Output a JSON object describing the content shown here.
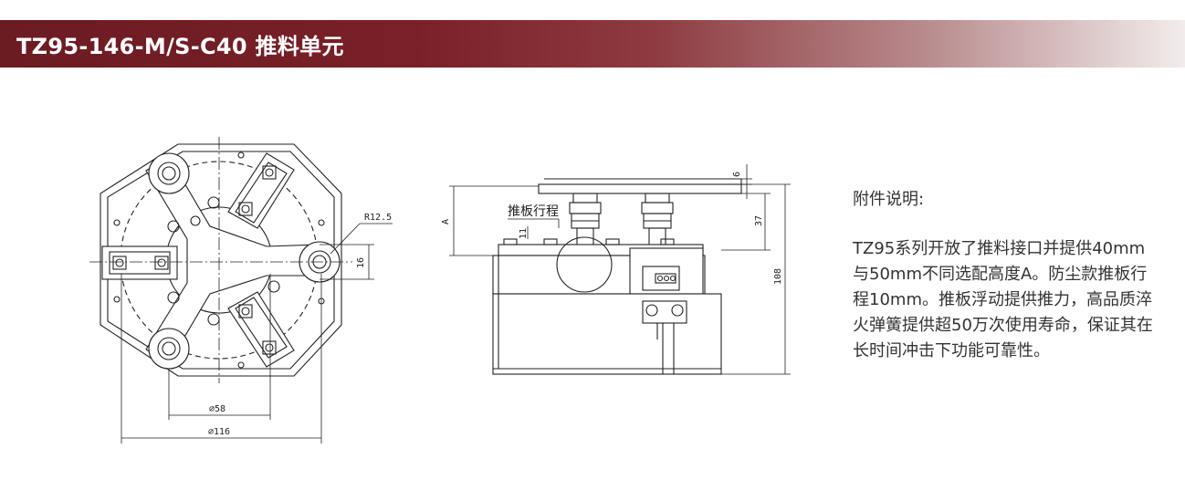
{
  "header": {
    "title": "TZ95-146-M/S-C40 推料单元"
  },
  "drawing": {
    "dims": {
      "r": "R12.5",
      "d16": "16",
      "d58": "⌀58",
      "d116": "⌀116",
      "six": "6",
      "d37": "37",
      "d108": "108",
      "eleven": "11",
      "a": "A"
    },
    "label": "推板行程"
  },
  "description": {
    "heading": "附件说明:",
    "body": "TZ95系列开放了推料接口并提供40mm与50mm不同选配高度A。防尘款推板行程10mm。推板浮动提供推力，高品质淬火弹簧提供超50万次使用寿命，保证其在长时间冲击下功能可靠性。"
  }
}
